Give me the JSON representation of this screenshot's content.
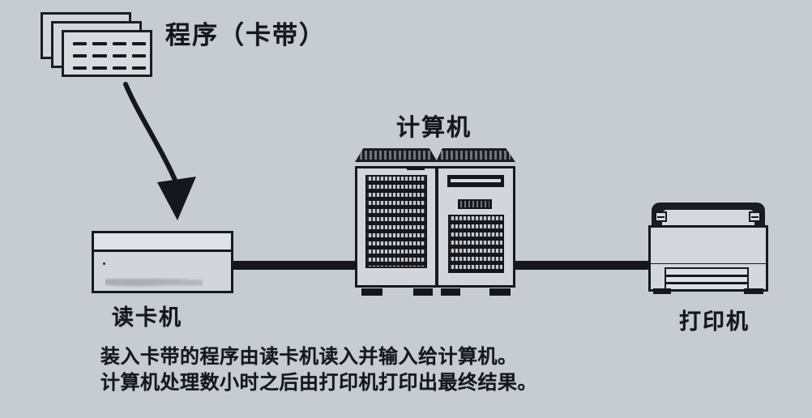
{
  "figure": {
    "background_color": "#c7cbd2",
    "ink_color": "#15171c",
    "panel_color": "#d2d5db"
  },
  "labels": {
    "program": "程序（卡带）",
    "computer": "计算机",
    "card_reader": "读卡机",
    "printer": "打印机"
  },
  "caption": {
    "line1": "装入卡带的程序由读卡机读入并输入给计算机。",
    "line2": "计算机处理数小时之后由打印机打印出最终结果。"
  },
  "icons": {
    "punch_card_stack": "punch-card-stack-icon",
    "flow_arrow": "curved-down-arrow-icon",
    "card_reader": "card-reader-icon",
    "mainframe": "mainframe-computer-icon",
    "printer": "printer-icon",
    "cable": "cable-icon"
  },
  "punch_card": {
    "count": 3,
    "hole_columns": 4,
    "hole_rows": 3
  },
  "connections": [
    {
      "from": "读卡机",
      "to": "计算机"
    },
    {
      "from": "计算机",
      "to": "打印机"
    }
  ]
}
